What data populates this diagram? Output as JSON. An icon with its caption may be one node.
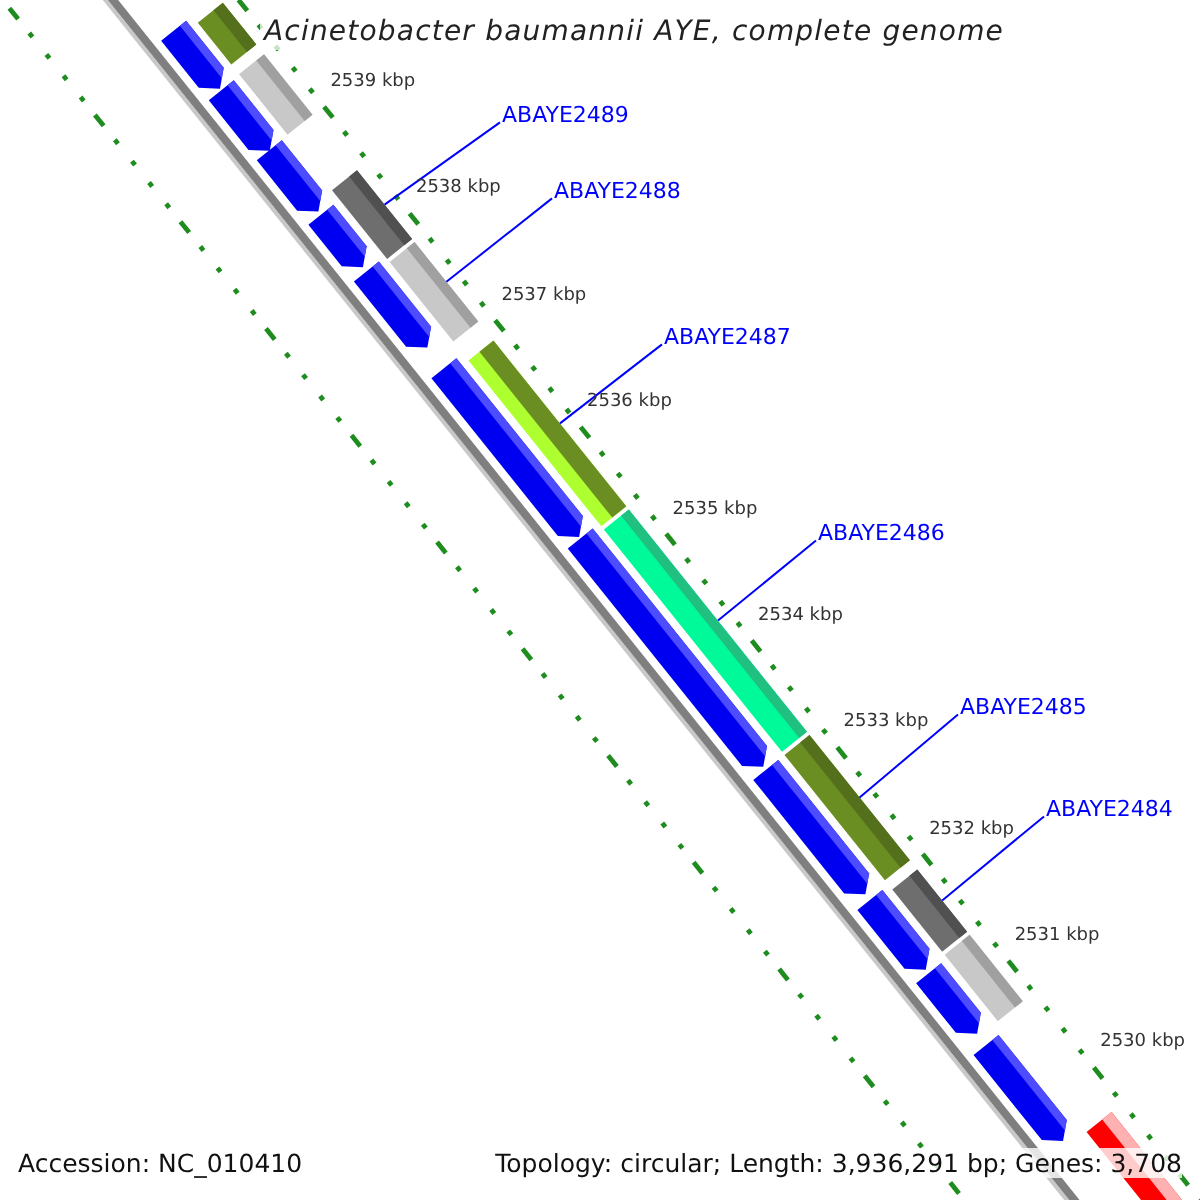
{
  "diagram": {
    "title": "Acinetobacter baumannii AYE, complete genome",
    "nodes": [
      {
        "text": [
          "ABAYE2489"
        ]
      },
      {
        "text": [
          "ABAYE2488"
        ]
      },
      {
        "text": [
          "ABAYE2487"
        ]
      },
      {
        "text": [
          "ABAYE2486"
        ]
      },
      {
        "text": [
          "ABAYE2485"
        ]
      },
      {
        "text": [
          "ABAYE2484"
        ]
      },
      {
        "text": [],
        "shape": "bar"
      },
      {
        "text": [],
        "shape": "arrow"
      },
      {
        "text": [],
        "shape": "bar"
      },
      {
        "text": [],
        "shape": "arrow"
      },
      {
        "text": [],
        "shape": "arrow"
      },
      {
        "text": [],
        "shape": "bar"
      },
      {
        "text": [],
        "shape": "arrow"
      },
      {
        "text": [],
        "shape": "bar"
      },
      {
        "text": [],
        "shape": "arrow"
      },
      {
        "text": [],
        "shape": "bar"
      },
      {
        "text": [],
        "shape": "arrow"
      },
      {
        "text": [],
        "shape": "bar"
      },
      {
        "text": [],
        "shape": "arrow"
      },
      {
        "text": [],
        "shape": "bar"
      },
      {
        "text": [],
        "shape": "arrow"
      },
      {
        "text": [],
        "shape": "bar"
      },
      {
        "text": [],
        "shape": "arrow"
      },
      {
        "text": [],
        "shape": "bar"
      },
      {
        "text": [],
        "shape": "arrow"
      },
      {
        "text": [],
        "shape": "arrow"
      },
      {
        "text": [],
        "shape": "bar"
      }
    ],
    "edges": [
      {
        "from": 0,
        "to": 11,
        "arrow": "none"
      },
      {
        "from": 1,
        "to": 13,
        "arrow": "none"
      },
      {
        "from": 2,
        "to": 15,
        "arrow": "none"
      },
      {
        "from": 3,
        "to": 17,
        "arrow": "none"
      },
      {
        "from": 4,
        "to": 19,
        "arrow": "none"
      },
      {
        "from": 5,
        "to": 21,
        "arrow": "none"
      }
    ],
    "labels": [
      "2539 kbp",
      "2538 kbp",
      "2537 kbp",
      "2536 kbp",
      "2535 kbp",
      "2534 kbp",
      "2533 kbp",
      "2532 kbp",
      "2531 kbp",
      "2530 kbp",
      "Accession: NC_010410",
      "Topology: circular; Length: 3,936,291 bp; Genes: 3,708"
    ]
  }
}
